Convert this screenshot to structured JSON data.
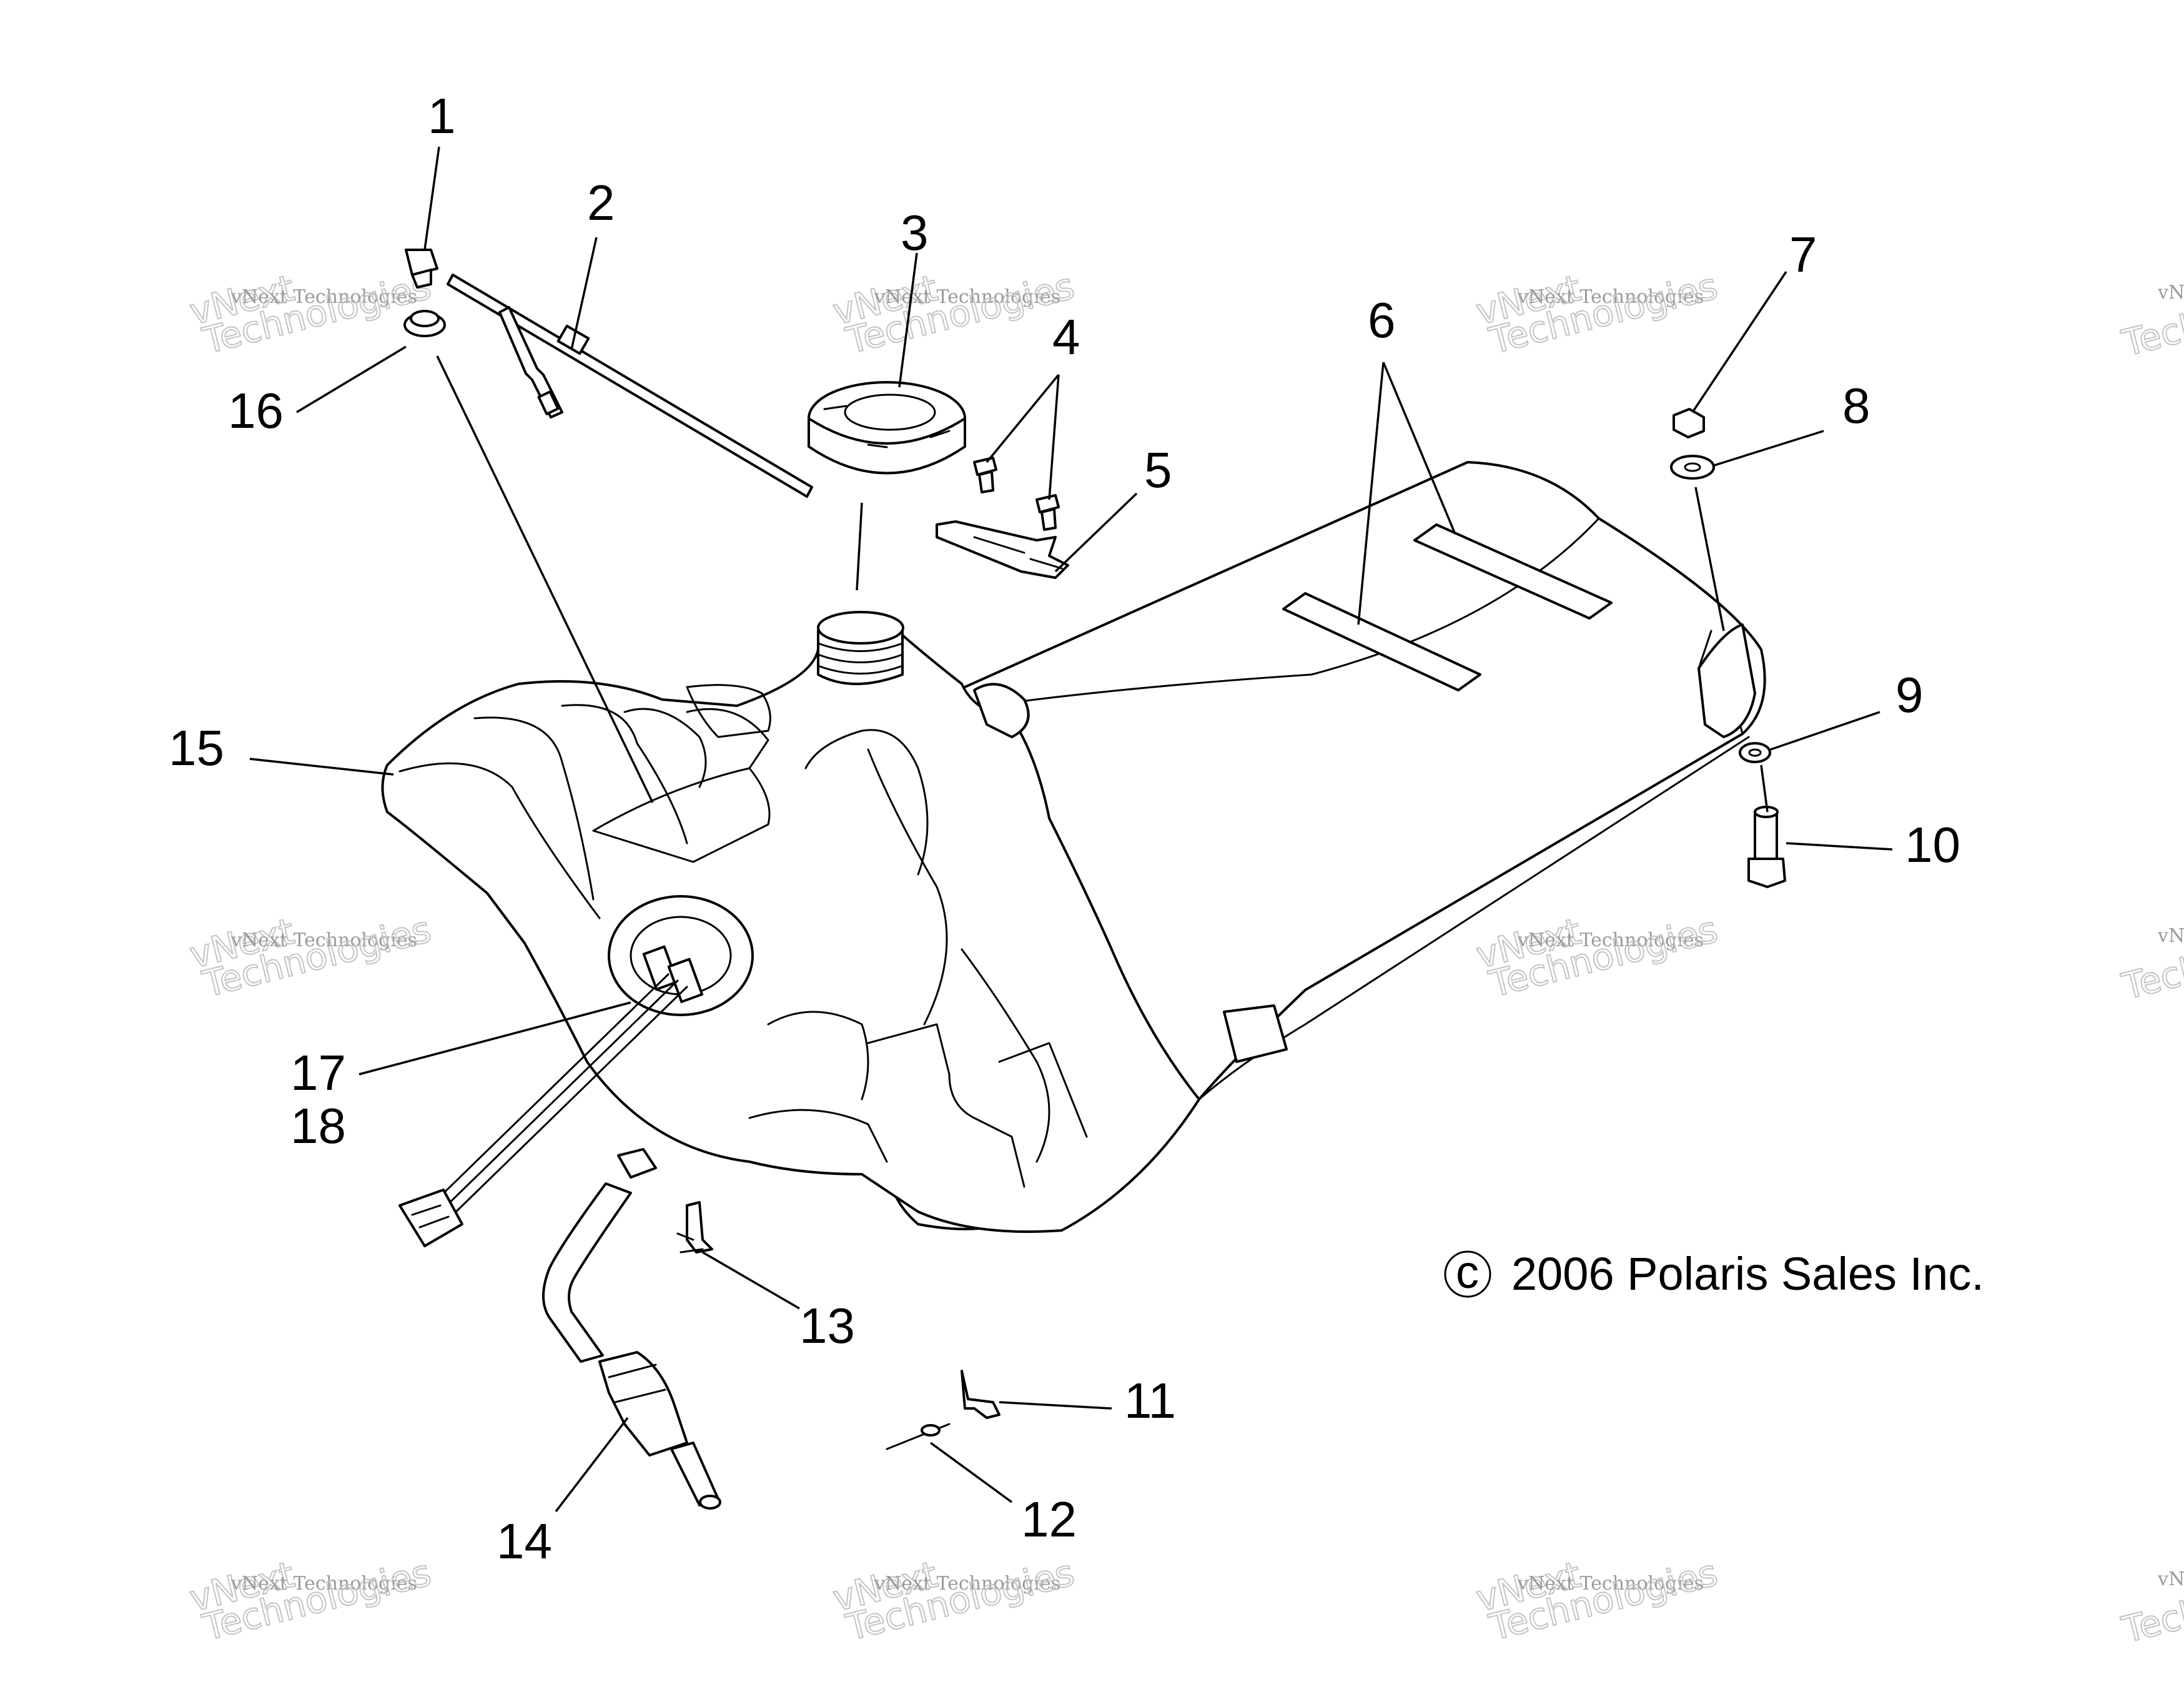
{
  "callouts": {
    "c1": "1",
    "c2": "2",
    "c3": "3",
    "c4": "4",
    "c5": "5",
    "c6": "6",
    "c7": "7",
    "c8": "8",
    "c9": "9",
    "c10": "10",
    "c11": "11",
    "c12": "12",
    "c13": "13",
    "c14": "14",
    "c15": "15",
    "c16": "16",
    "c17": "17",
    "c18": "18"
  },
  "copyright": "2006 Polaris Sales Inc.",
  "copyright_symbol": "c",
  "watermark": {
    "brand": "vNext",
    "company": "vNext Technologies",
    "word": "Technologies"
  }
}
